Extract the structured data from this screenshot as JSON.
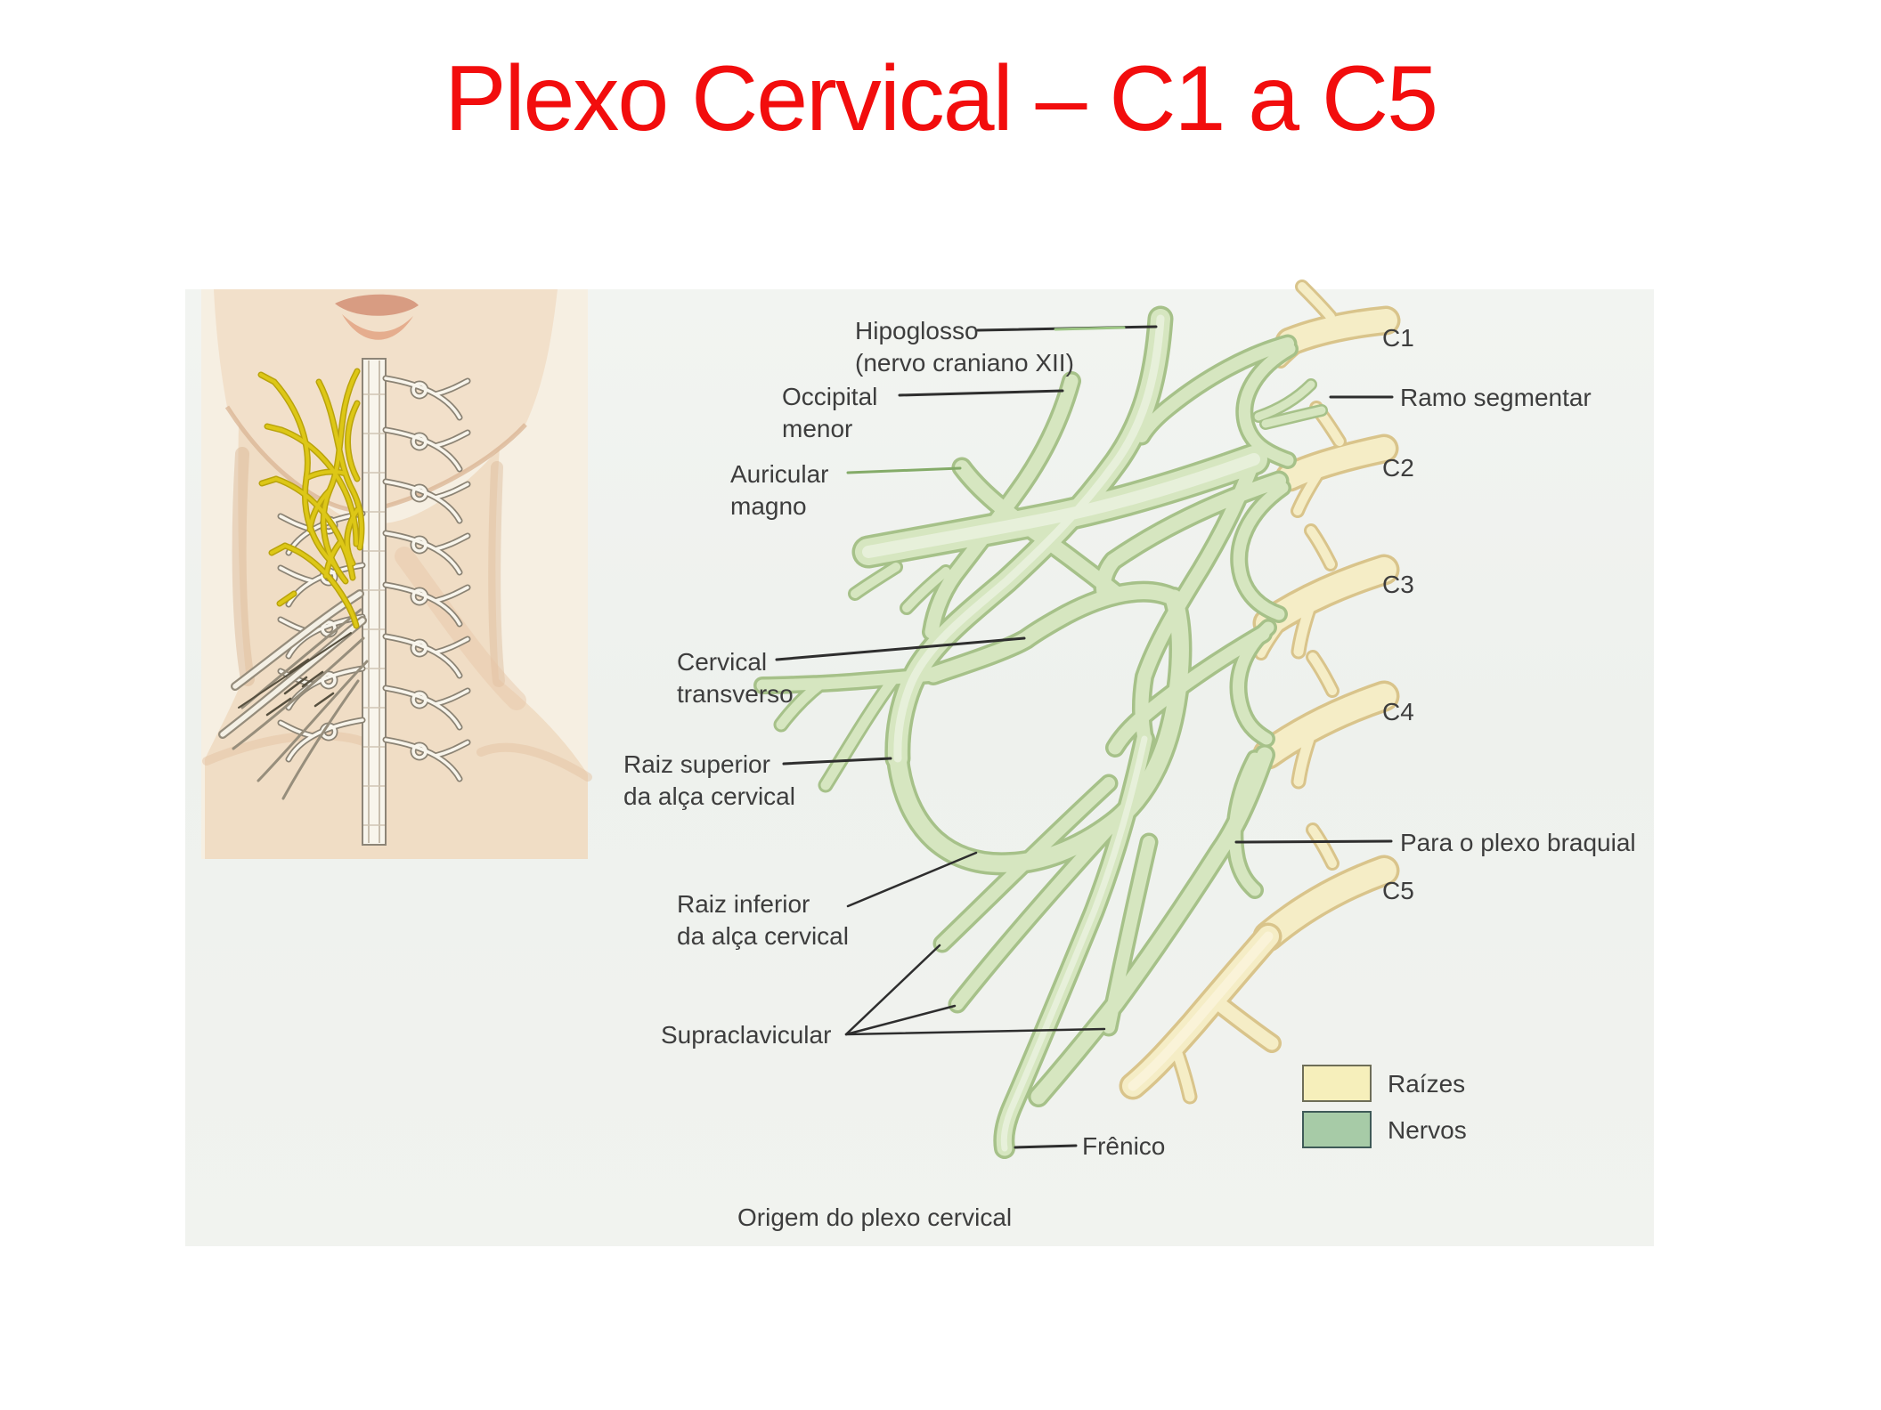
{
  "slide": {
    "title": "Plexo Cervical – C1 a C5",
    "title_color": "#f20d0d"
  },
  "figure": {
    "caption": "Origem do plexo cervical",
    "annotations": {
      "hipoglosso": {
        "line1": "Hipoglosso",
        "line2": "(nervo craniano XII)"
      },
      "occipital": {
        "line1": "Occipital",
        "line2": "menor"
      },
      "auricular": {
        "line1": "Auricular",
        "line2": "magno"
      },
      "cervical_transverso": {
        "line1": "Cervical",
        "line2": "transverso"
      },
      "raiz_superior": {
        "line1": "Raiz superior",
        "line2": "da alça cervical"
      },
      "raiz_inferior": {
        "line1": "Raiz inferior",
        "line2": "da alça cervical"
      },
      "supraclavicular": {
        "label": "Supraclavicular"
      },
      "frenico": {
        "label": "Frênico"
      },
      "ramo_segmentar": {
        "label": "Ramo segmentar"
      },
      "para_plexo_braquial": {
        "label": "Para o plexo braquial"
      },
      "c1": {
        "label": "C1"
      },
      "c2": {
        "label": "C2"
      },
      "c3": {
        "label": "C3"
      },
      "c4": {
        "label": "C4"
      },
      "c5": {
        "label": "C5"
      }
    },
    "legend": {
      "raizes": {
        "label": "Raízes",
        "color": "#f6efbb"
      },
      "nervos": {
        "label": "Nervos",
        "color": "#a7cba7"
      }
    },
    "colors": {
      "nerve_green_fill": "#d6e6c0",
      "nerve_green_edge": "#a6c189",
      "root_yellow_fill": "#f5edc6",
      "root_yellow_edge": "#d9c48b",
      "leader_line": "#2e2e2e"
    }
  }
}
